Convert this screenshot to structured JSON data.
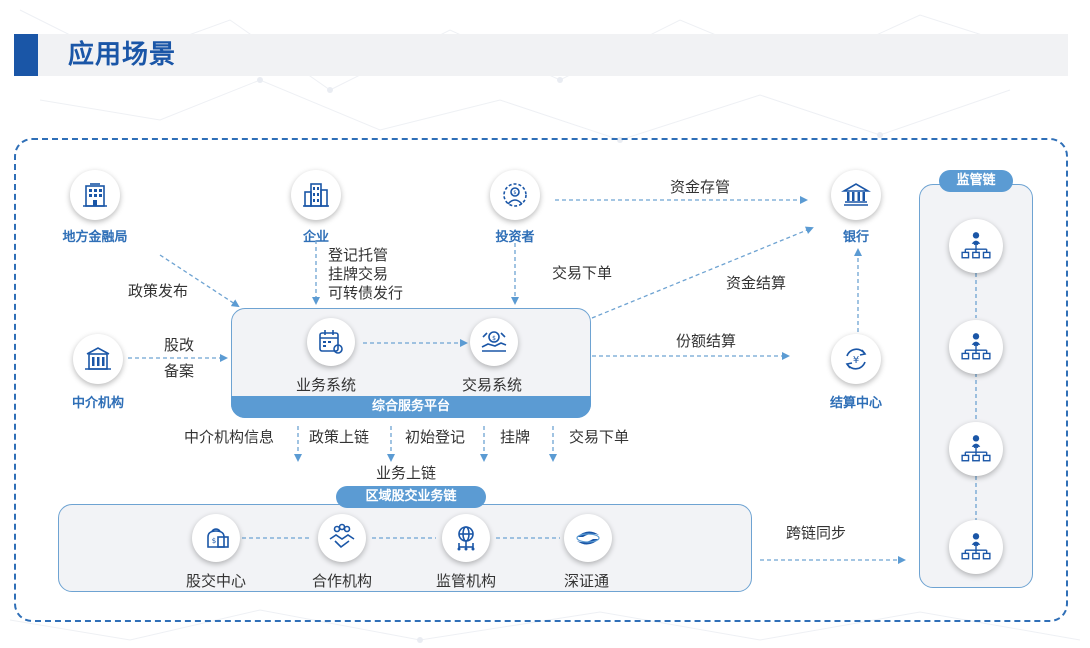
{
  "header": {
    "title": "应用场景"
  },
  "colors": {
    "accent": "#1a56a7",
    "line": "#5b9bd3",
    "label_blue": "#2f6fb7"
  },
  "nodes": {
    "local_finance": {
      "label": "地方金融局",
      "icon": "building-icon"
    },
    "enterprise": {
      "label": "企业",
      "icon": "office-tower-icon"
    },
    "investor": {
      "label": "投资者",
      "icon": "investor-icon"
    },
    "bank": {
      "label": "银行",
      "icon": "bank-icon"
    },
    "intermediary": {
      "label": "中介机构",
      "icon": "bank-building-icon"
    },
    "settlement": {
      "label": "结算中心",
      "icon": "currency-exchange-icon"
    }
  },
  "platform": {
    "title": "综合服务平台",
    "business_system": "业务系统",
    "trading_system": "交易系统"
  },
  "annotations": {
    "policy_release": "政策发布",
    "equity_reform": "股改",
    "filing": "备案",
    "enterprise_services": [
      "登记托管",
      "挂牌交易",
      "可转债发行"
    ],
    "trade_order_top": "交易下单",
    "fund_custody": "资金存管",
    "fund_settlement": "资金结算",
    "share_settlement": "份额结算",
    "business_onchain": "业务上链",
    "cross_chain_sync": "跨链同步"
  },
  "onchain_items": [
    "中介机构信息",
    "政策上链",
    "初始登记",
    "挂牌",
    "交易下单"
  ],
  "regional_chain": {
    "title": "区域股交业务链",
    "members": [
      {
        "label": "股交中心",
        "icon": "money-bag-icon"
      },
      {
        "label": "合作机构",
        "icon": "handshake-icon"
      },
      {
        "label": "监管机构",
        "icon": "network-globe-icon"
      },
      {
        "label": "深证通",
        "icon": "swirl-logo-icon"
      }
    ]
  },
  "supervision_chain": {
    "title": "监管链",
    "nodes": [
      "org-chart-icon",
      "org-chart-icon",
      "org-chart-icon",
      "org-chart-icon"
    ]
  }
}
